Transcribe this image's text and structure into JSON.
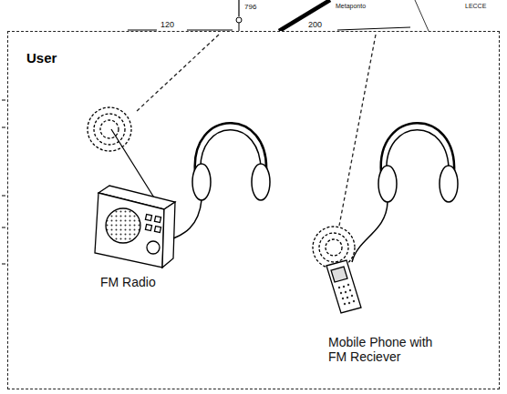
{
  "diagram": {
    "nodes": [
      {
        "text": [
          "User"
        ]
      }
    ],
    "labels": [
      "120",
      "796",
      "200",
      "Metaponto",
      "LECCE",
      "FM Radio",
      "Mobile Phone with FM Reciever"
    ]
  }
}
